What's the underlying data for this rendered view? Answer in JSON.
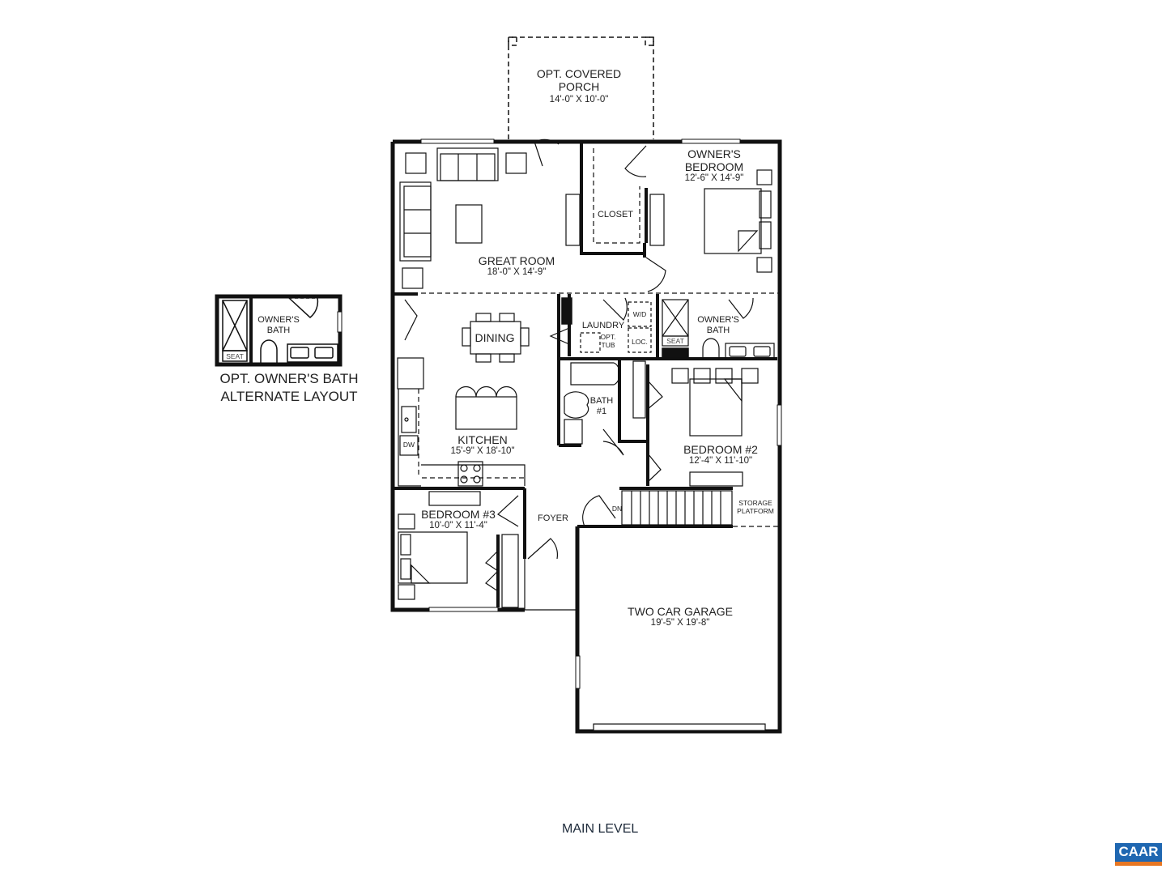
{
  "plan": {
    "title": "MAIN LEVEL",
    "logo": {
      "text": "CAAR",
      "color": "#1f67b1",
      "accent": "#e87722"
    },
    "rooms": [
      {
        "id": "porch",
        "name_line1": "OPT. COVERED",
        "name_line2": "PORCH",
        "dims": "14'-0\" X 10'-0\""
      },
      {
        "id": "great-room",
        "name": "GREAT ROOM",
        "dims": "18'-0\" X 14'-9\""
      },
      {
        "id": "closet",
        "name": "CLOSET"
      },
      {
        "id": "owners-bedroom",
        "name_line1": "OWNER'S",
        "name_line2": "BEDROOM",
        "dims": "12'-6\" X 14'-9\""
      },
      {
        "id": "dining",
        "name": "DINING"
      },
      {
        "id": "laundry",
        "name": "LAUNDRY",
        "opt_tub_line1": "OPT.",
        "opt_tub_line2": "TUB",
        "wd": "W/D",
        "loc": "LOC."
      },
      {
        "id": "owners-bath",
        "name_line1": "OWNER'S",
        "name_line2": "BATH",
        "seat": "SEAT"
      },
      {
        "id": "kitchen",
        "name": "KITCHEN",
        "dims": "15'-9\" X 18'-10\"",
        "dw": "DW"
      },
      {
        "id": "bath-1",
        "name_line1": "BATH",
        "name_line2": "#1"
      },
      {
        "id": "bedroom-2",
        "name": "BEDROOM #2",
        "dims": "12'-4\" X 11'-10\""
      },
      {
        "id": "bedroom-3",
        "name": "BEDROOM #3",
        "dims": "10'-0\" X 11'-4\""
      },
      {
        "id": "foyer",
        "name": "FOYER"
      },
      {
        "id": "stairs",
        "label": "DN"
      },
      {
        "id": "storage",
        "name_line1": "STORAGE",
        "name_line2": "PLATFORM"
      },
      {
        "id": "garage",
        "name": "TWO CAR GARAGE",
        "dims": "19'-5\" X 19'-8\""
      }
    ],
    "alternate": {
      "bath_line1": "OWNER'S",
      "bath_line2": "BATH",
      "seat": "SEAT",
      "caption_line1": "OPT. OWNER'S BATH",
      "caption_line2": "ALTERNATE LAYOUT"
    }
  }
}
